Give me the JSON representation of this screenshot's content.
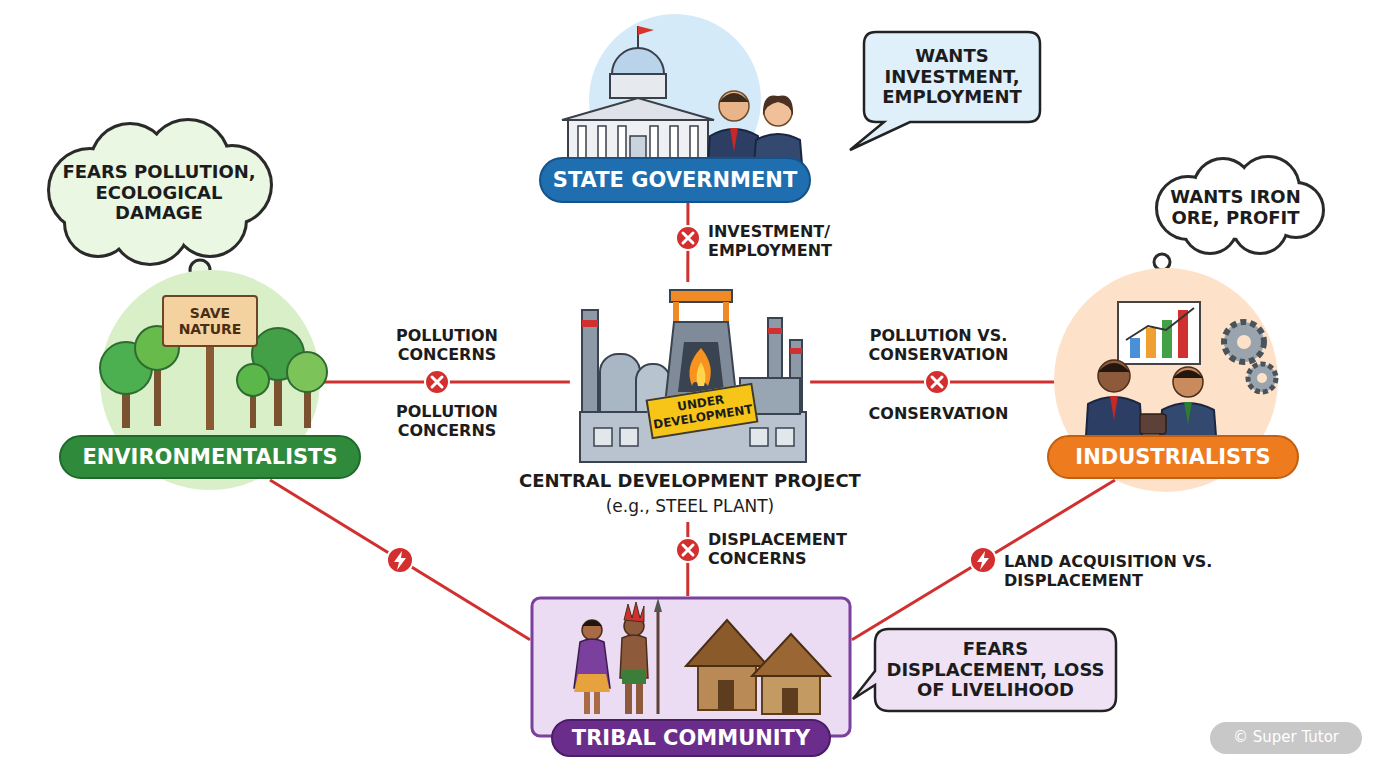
{
  "diagram": {
    "nodes": [
      {
        "text": [
          "STATE GOVERNMENT"
        ]
      },
      {
        "text": [
          "WANTS INVESTMENT, EMPLOYMENT"
        ]
      },
      {
        "text": [
          "FEARS POLLUTION, ECOLOGICAL DAMAGE"
        ]
      },
      {
        "text": [
          "ENVIRONMENTALISTS"
        ]
      },
      {
        "text": [
          "CENTRAL DEVELOPMENT PROJECT",
          "(e.g., STEEL PLANT)"
        ]
      },
      {
        "text": [
          "WANTS IRON ORE, PROFIT"
        ]
      },
      {
        "text": [
          "INDUSTRIALISTS"
        ]
      },
      {
        "text": [
          "TRIBAL COMMUNITY"
        ]
      },
      {
        "text": [
          "FEARS DISPLACEMENT, LOSS OF LIVELIHOOD"
        ]
      }
    ],
    "edges": [
      {
        "from": 0,
        "to": 4,
        "label": "INVESTMENT/ EMPLOYMENT",
        "arrow": "none"
      },
      {
        "from": 3,
        "to": 4,
        "label": "POLLUTION CONCERNS",
        "arrow": "none"
      },
      {
        "from": 4,
        "to": 6,
        "label": "POLLUTION VS. CONSERVATION",
        "arrow": "none"
      },
      {
        "from": 4,
        "to": 7,
        "label": "DISPLACEMENT CONCERNS",
        "arrow": "none"
      },
      {
        "from": 3,
        "to": 7,
        "arrow": "none"
      },
      {
        "from": 6,
        "to": 7,
        "label": "LAND ACQUISITION VS. DISPLACEMENT",
        "arrow": "none"
      }
    ],
    "labels": [
      "POLLUTION CONCERNS",
      "CONSERVATION",
      "SAVE NATURE",
      "UNDER DEVELOPMENT",
      "© Super Tutor"
    ]
  }
}
